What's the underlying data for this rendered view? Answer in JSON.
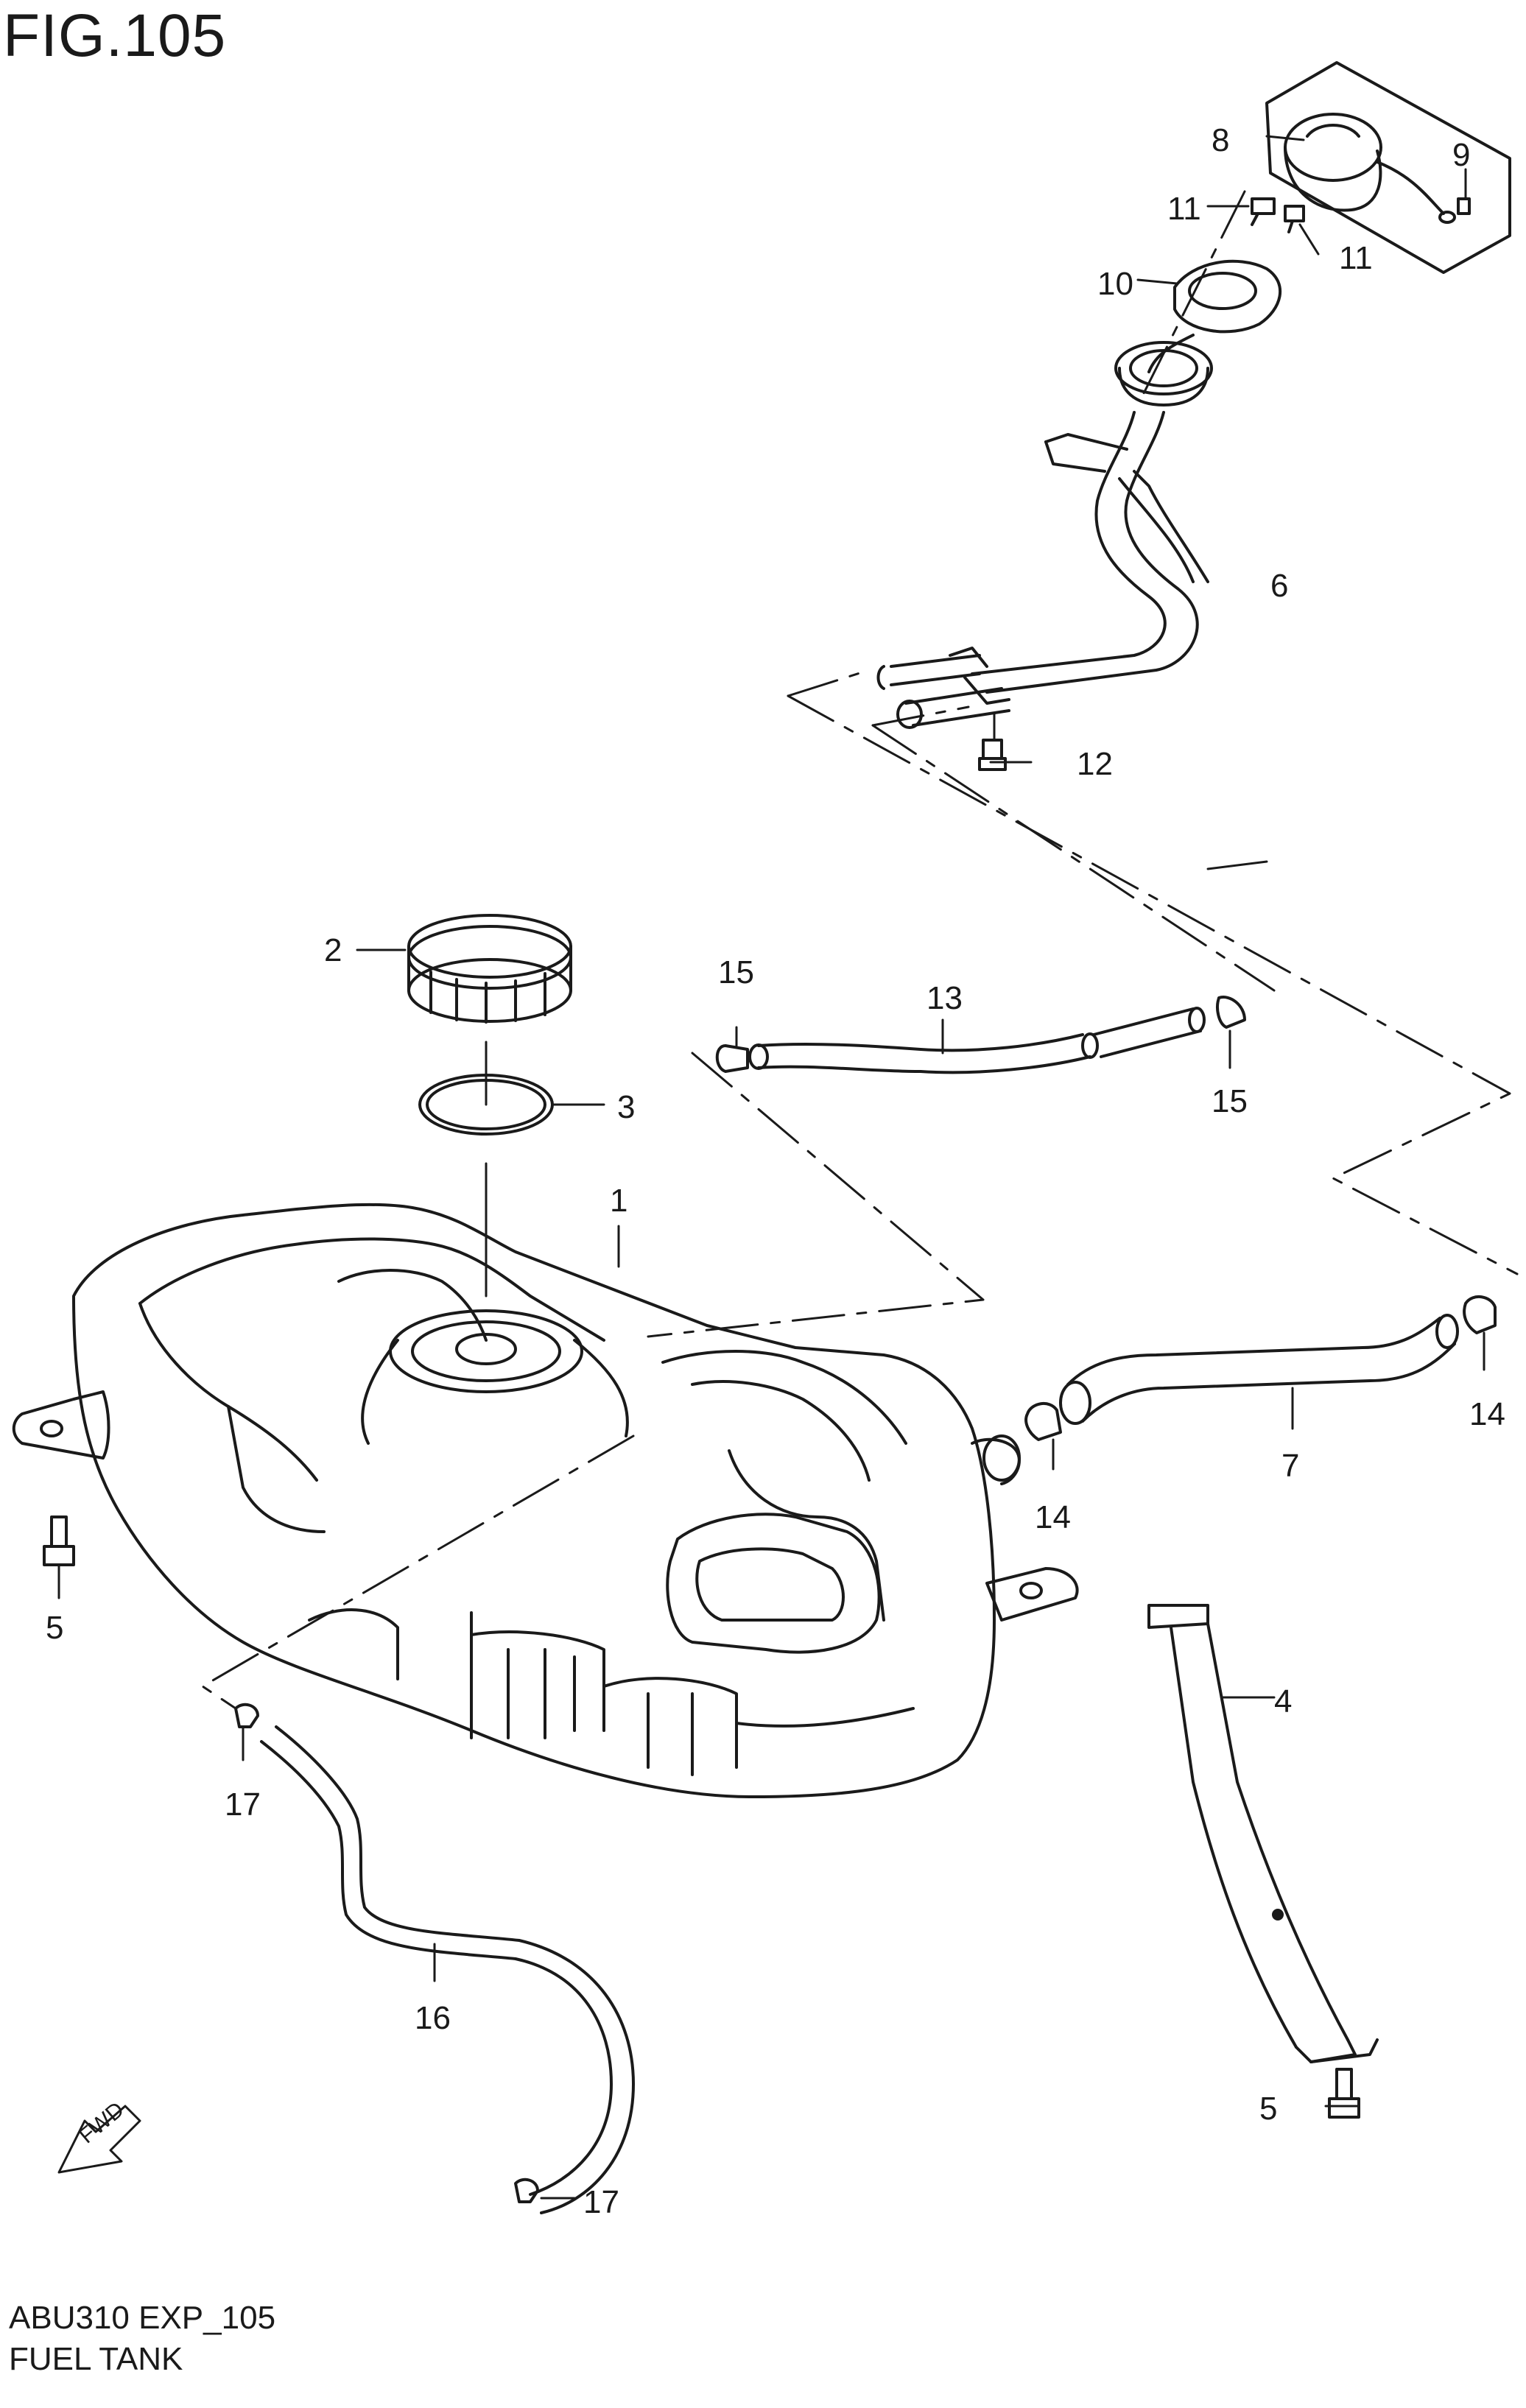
{
  "figure": {
    "title": "FIG.105",
    "code": "ABU310 EXP_105",
    "name": "FUEL TANK",
    "fwd_label": "FWD"
  },
  "callouts": [
    "1",
    "2",
    "3",
    "4",
    "5",
    "5",
    "6",
    "7",
    "8",
    "9",
    "10",
    "11",
    "11",
    "12",
    "13",
    "14",
    "14",
    "15",
    "15",
    "16",
    "17",
    "17"
  ]
}
